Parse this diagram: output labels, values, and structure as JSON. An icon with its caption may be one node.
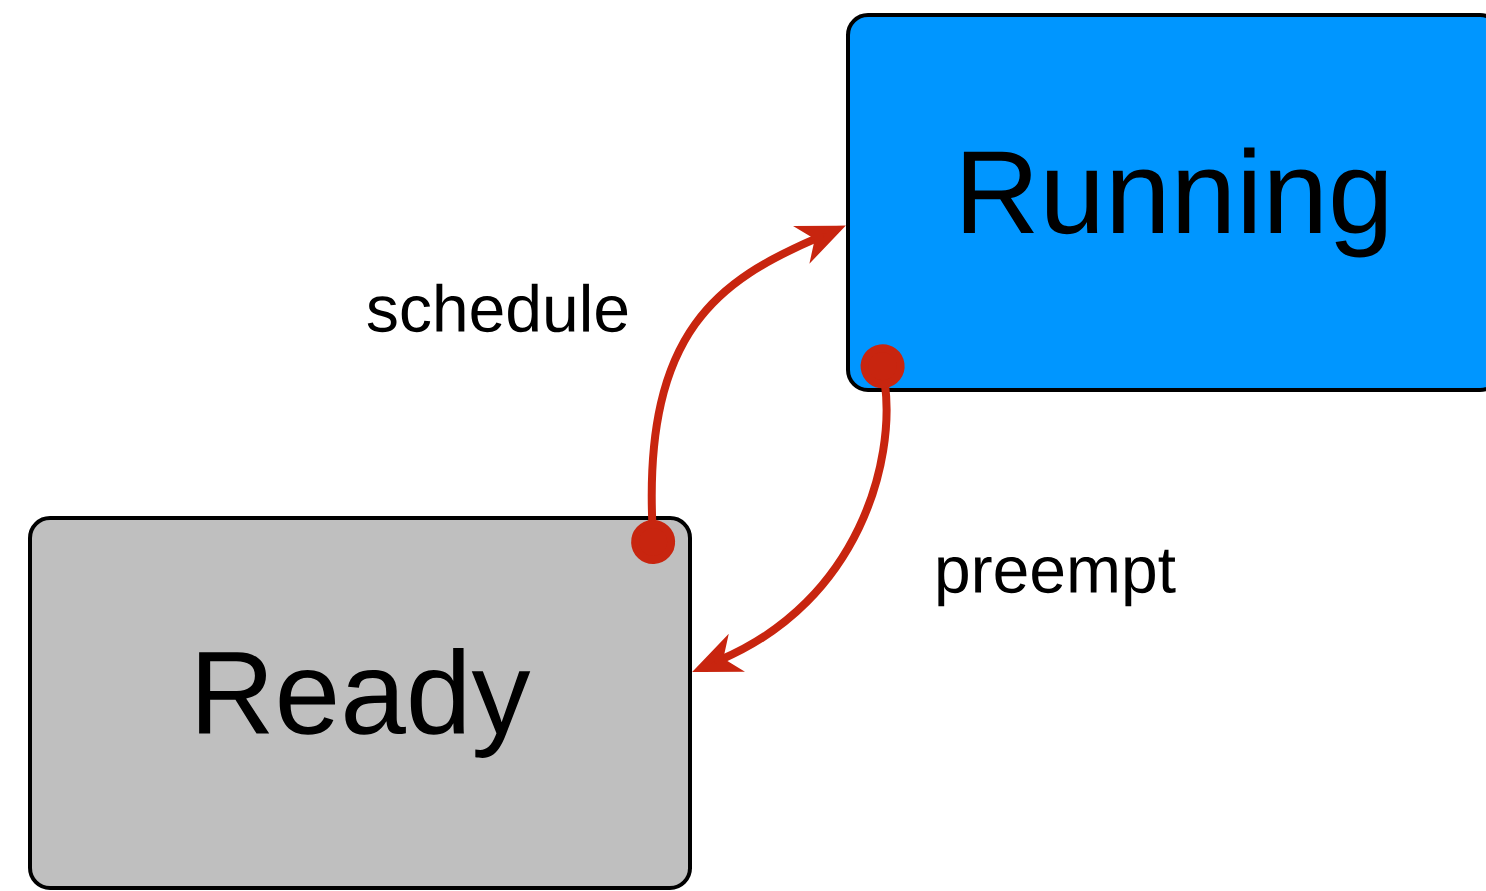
{
  "diagram": {
    "nodes": [
      {
        "text": [
          "Running"
        ]
      },
      {
        "text": [
          "Ready"
        ]
      }
    ],
    "edges": [
      {
        "from": 1,
        "to": 0,
        "arrow": "to",
        "label": "schedule"
      },
      {
        "from": 0,
        "to": 1,
        "arrow": "to",
        "label": "preempt"
      }
    ]
  }
}
